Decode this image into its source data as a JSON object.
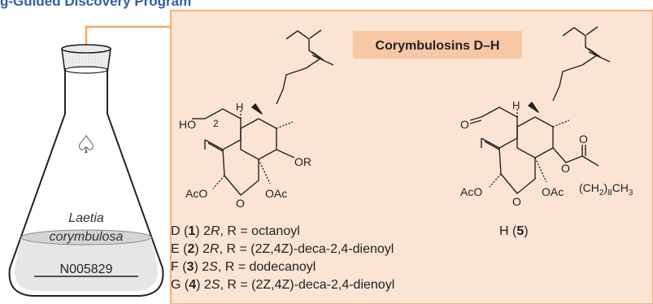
{
  "header": {
    "text": "g-Guided Discovery Program"
  },
  "flask": {
    "label_line1": "Laetia",
    "label_line2": "corymbulosa",
    "code": "N005829",
    "spade": "♤"
  },
  "panel": {
    "title": "Corymbulosins D–H",
    "colors": {
      "panel_fill": "#fce4d4",
      "panel_border": "#f5b07e",
      "title_fill": "#f8c8a4",
      "connector": "#f2a66e",
      "header_text": "#2e5ea8"
    }
  },
  "structure_left": {
    "labels": {
      "ho": "HO",
      "pos2": "2",
      "h": "H",
      "or": "OR",
      "aco_left": "AcO",
      "oac_right": "OAc",
      "ring_o": "O"
    }
  },
  "structure_right": {
    "labels": {
      "keto_o": "O",
      "h": "H",
      "ester_o": "O",
      "carbonyl_o": "O",
      "aco_left": "AcO",
      "oac_right": "OAc",
      "ring_o": "O",
      "chain_open": "(CH",
      "chain_sub1": "2",
      "chain_mid": ")",
      "chain_sub2": "8",
      "chain_end": "CH",
      "chain_sub3": "3"
    }
  },
  "compounds": [
    {
      "letter": "D",
      "num": "1",
      "config_num": "2",
      "config_letter": "R",
      "r_text": ", R = octanoyl"
    },
    {
      "letter": "E",
      "num": "2",
      "config_num": "2",
      "config_letter": "R",
      "r_text": ", R = (2Z,4Z)-deca-2,4-dienoyl"
    },
    {
      "letter": "F",
      "num": "3",
      "config_num": "2",
      "config_letter": "S",
      "r_text": ", R = dodecanoyl"
    },
    {
      "letter": "G",
      "num": "4",
      "config_num": "2",
      "config_letter": "S",
      "r_text": ", R = (2Z,4Z)-deca-2,4-dienoyl"
    }
  ],
  "compound_h": {
    "letter": "H",
    "num": "5"
  }
}
